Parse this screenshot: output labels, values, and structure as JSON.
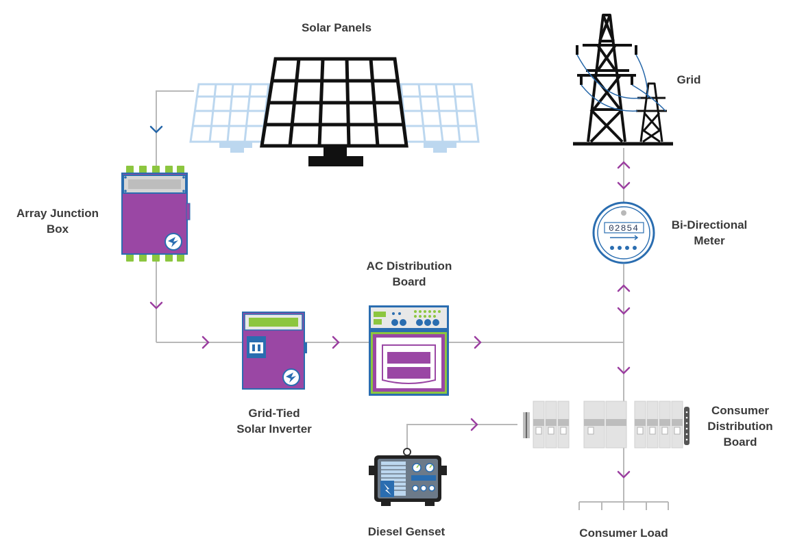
{
  "labels": {
    "solar_panels": "Solar Panels",
    "grid": "Grid",
    "array_junction_box": [
      "Array Junction",
      "Box"
    ],
    "bi_directional_meter": [
      "Bi-Directional",
      "Meter"
    ],
    "ac_distribution_board": [
      "AC Distribution",
      "Board"
    ],
    "grid_tied_inverter": [
      "Grid-Tied",
      "Solar Inverter"
    ],
    "consumer_distribution_board": [
      "Consumer",
      "Distribution",
      "Board"
    ],
    "diesel_genset": "Diesel Genset",
    "consumer_load": "Consumer Load"
  },
  "meter_reading": "02854",
  "colors": {
    "line": "#b8b8b8",
    "arrow_purple": "#9b3ea0",
    "arrow_blue": "#2566a8",
    "box_purple": "#9a47a4",
    "device_blue": "#2a6db0",
    "green": "#8cc63f",
    "pale_blue": "#bcd7ef",
    "black": "#111111"
  }
}
